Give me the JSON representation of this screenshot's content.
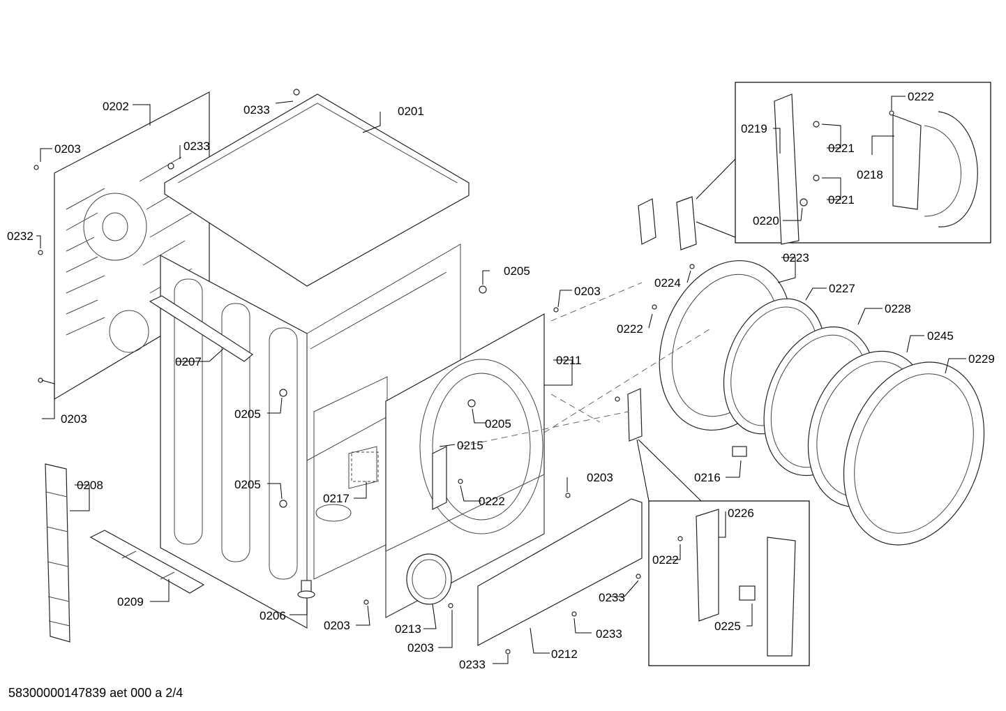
{
  "labels": {
    "l0201": "0201",
    "l0202": "0202",
    "l0203": "0203",
    "l0205": "0205",
    "l0206": "0206",
    "l0207": "0207",
    "l0208": "0208",
    "l0209": "0209",
    "l0211": "0211",
    "l0212": "0212",
    "l0213": "0213",
    "l0215": "0215",
    "l0216": "0216",
    "l0217": "0217",
    "l0218": "0218",
    "l0219": "0219",
    "l0220": "0220",
    "l0221": "0221",
    "l0222": "0222",
    "l0223": "0223",
    "l0224": "0224",
    "l0225": "0225",
    "l0226": "0226",
    "l0227": "0227",
    "l0228": "0228",
    "l0229": "0229",
    "l0232": "0232",
    "l0233": "0233",
    "l0245": "0245"
  },
  "footer": {
    "document_code": "58300000147839 aet 000 a 2/4"
  }
}
